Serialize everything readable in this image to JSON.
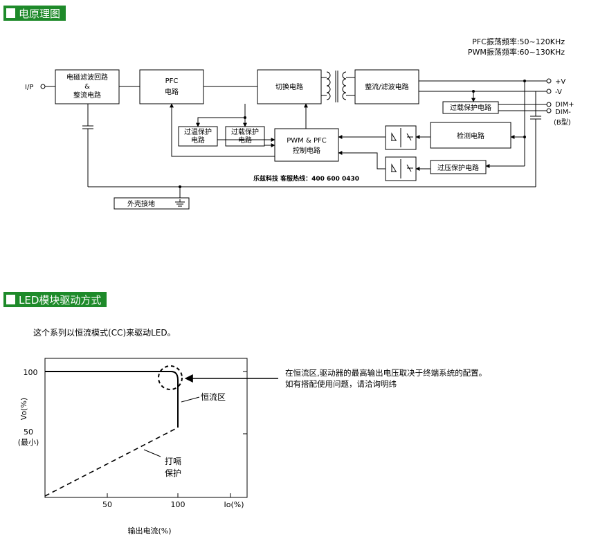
{
  "sections": {
    "schematic_title": "电原理图",
    "led_title": "LED模块驱动方式"
  },
  "specs": {
    "pfc_freq": "PFC振荡频率:50~120KHz",
    "pwm_freq": "PWM振荡频率:60~130KHz"
  },
  "blocks": {
    "emi_line1": "电磁滤波回路",
    "emi_line2": "&",
    "emi_line3": "整流电路",
    "pfc_line1": "PFC",
    "pfc_line2": "电路",
    "switch": "切换电路",
    "rectifier": "整流/滤波电路",
    "overload_protect": "过载保护电路",
    "detect": "检测电路",
    "overvoltage_protect": "过压保护电路",
    "overtemp_line1": "过温保护",
    "overtemp_line2": "电路",
    "overcarry_line1": "过载保护",
    "overcarry_line2": "电路",
    "controller_line1": "PWM & PFC",
    "controller_line2": "控制电路",
    "chassis_ground": "外壳接地"
  },
  "terminals": {
    "input": "I/P",
    "pos": "+V",
    "neg": "-V",
    "dim_pos": "DIM+",
    "dim_neg": "DIM-",
    "b_type": "(B型)"
  },
  "company_line": "乐兹科技  客服热线：400  600  0430",
  "led_section": {
    "description": "这个系列以恒流模式(CC)来驱动LED。",
    "note_line1": "在恒流区,驱动器的最高输出电压取决于终端系统的配置。",
    "note_line2": "如有搭配使用问题，请洽询明纬"
  },
  "chart_data": {
    "type": "line",
    "xlabel": "输出电流(%)",
    "ylabel": "Vo(%)",
    "x_ticks": [
      "50",
      "100",
      "Io(%)"
    ],
    "y_ticks": [
      "100",
      "50",
      "(最小)"
    ],
    "series": [
      {
        "style": "solid",
        "x": [
          0,
          95,
          100,
          100
        ],
        "y": [
          100,
          100,
          93,
          55
        ]
      },
      {
        "style": "dashed",
        "x": [
          0,
          100
        ],
        "y": [
          0,
          55
        ]
      }
    ],
    "annotations": [
      "恒流区",
      "打嗝",
      "保护"
    ]
  }
}
